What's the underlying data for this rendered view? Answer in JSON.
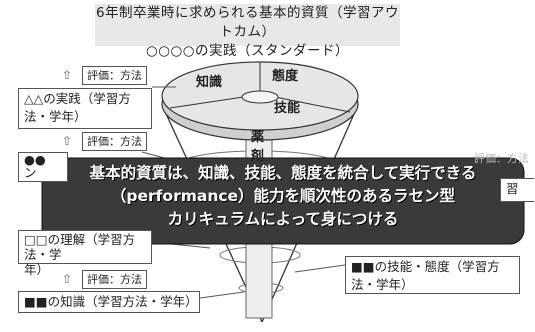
{
  "header": {
    "line1": "6年制卒業時に求められる基本的資質（学習アウトカム）",
    "line2": "○○○○の実践（スタンダード）"
  },
  "disk": {
    "segments": [
      "知識",
      "態度",
      "技能"
    ],
    "pillar_label_1": "薬",
    "pillar_label_2": "剤"
  },
  "eval_tag": "評価：方法",
  "left_boxes": {
    "box1": "△△の実践（学習方法・学年）",
    "box2": "●●",
    "box2_line2": "ン",
    "box3_line1": "□□の理解（学習方法・学",
    "box3_line2": "年）",
    "box4": "■■の知識（学習方法・学年）"
  },
  "right_boxes": {
    "eval_partial": "評価：方法",
    "partial_char": "習",
    "skill_attitude": "■■の技能・態度（学習方法・学年）"
  },
  "banner": {
    "line1": "基本的資質は、知識、技能、態度を統合して実行できる",
    "line2": "（performance）能力を順次性のあるラセン型",
    "line3": "カリキュラムによって身につける"
  },
  "colors": {
    "banner": "#3a3a3a",
    "header_bg": "#e8e8e8",
    "disk": "#e6e6e6"
  }
}
